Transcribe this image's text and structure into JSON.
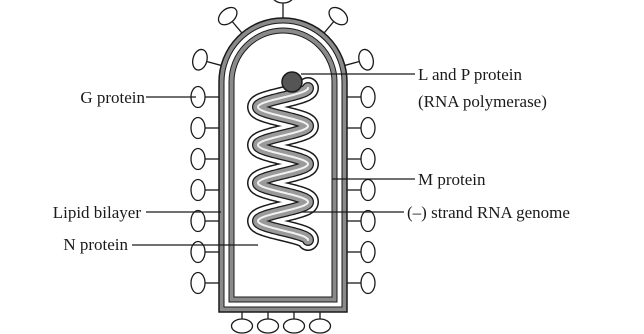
{
  "labels": {
    "g_protein": "G protein",
    "lipid_bilayer": "Lipid bilayer",
    "n_protein": "N protein",
    "l_and_p_protein": "L and P protein",
    "rna_polymerase": "(RNA polymerase)",
    "m_protein": "M protein",
    "rna_genome": "(–) strand RNA genome"
  },
  "colors": {
    "outline": "#1a1a1a",
    "membrane_fill": "#8a8a8a",
    "nucleocapsid_fill": "#9a9a9a",
    "polymerase_fill": "#555555",
    "background": "#ffffff"
  }
}
